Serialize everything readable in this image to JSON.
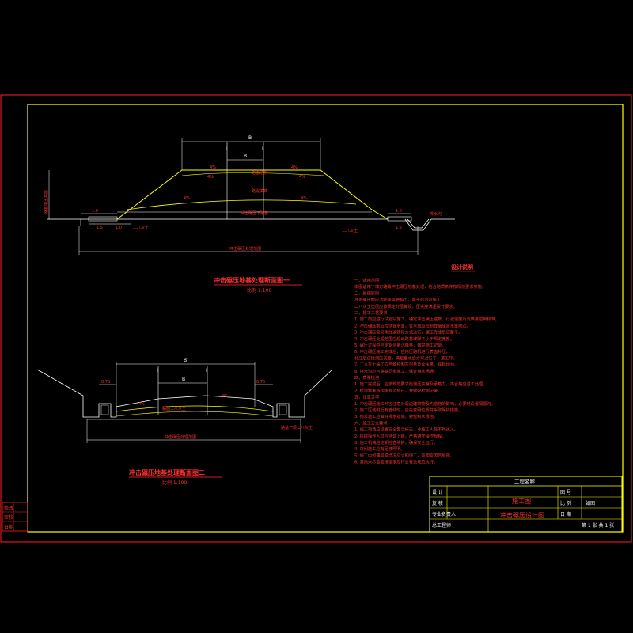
{
  "colors": {
    "frame": "#ff2020",
    "border": "#ffff00",
    "line": "#ffffff",
    "text_red": "#ff3030",
    "text_yellow": "#ffff00",
    "bg": "#000000"
  },
  "section_top": {
    "title": "冲击碾压地基处理断面图一",
    "scale": "比例 1:100",
    "dim_B": "B",
    "dim_b": "B",
    "marks": {
      "I1": "I",
      "I2": "I"
    },
    "left_height_label": "路基填土高度",
    "layer_labels": [
      "路面结构",
      "路堤填筑",
      "冲击碾压下路基"
    ],
    "slopes": [
      "4%",
      "4%",
      "4%",
      "4%",
      "4%",
      "4%"
    ],
    "left_note": "二八灰土",
    "right_note": "二八灰土",
    "ditch_label": "排水沟",
    "dims_left": [
      "1.0",
      "1.5",
      "1.0"
    ],
    "dims_right": [
      "1.0",
      "1.5"
    ],
    "bottom_dim": "冲击碾压处理范围"
  },
  "section_bottom": {
    "title": "冲击碾压地基处理断面图二",
    "scale": "比例 1:100",
    "dim_B": "B",
    "dim_b": "B",
    "marks": {
      "I1": "I",
      "I2": "I"
    },
    "left_dim": "0.75",
    "right_dim": "0.75",
    "center_note": "路面二八灰土",
    "right_note": "路基一层二八灰土",
    "bottom_dim": "冲击碾压处理范围"
  },
  "notes": {
    "heading": "设计说明",
    "lines": [
      "一、适用范围",
      "    本图适用于填方路段冲击碾压地基处理，结合地质条件按规范要求实施。",
      "二、处理原则",
      "    冲击碾压前应清除表层耕植土，整平后方可施工。",
      "    二八灰土垫层应按规定分层铺设，压实度满足设计要求。",
      "三、施工工艺要求",
      "    1. 施工前应进行试验段施工，确定冲击碾压遍数、行驶速度及沉降量控制标准。",
      "    2. 冲击碾压前应检测含水量，含水量应控制在最佳含水量附近。",
      "    3. 冲击碾压宜采用往返错轮方式进行，碾压完成后应整平。",
      "    4. 冲击碾压处理范围应超出路基坡脚不小于规定宽度。",
      "    5. 碾压过程中应定期测量沉降量，做好施工记录。",
      "    6. 冲击碾压施工完成后，应用压路机进行表面补压，",
      "       补压后应检测压实度，满足要求后方可进行下一道工序。",
      "    7. 二八灰土施工应严格控制灰剂量及含水量，拌和均匀。",
      "    8. 排水沟应与路基同步施工，保证排水畅通。",
      "四、质量检测",
      "    1. 施工完成后，应按规范要求检测压实度及承载力，不合格应返工处理。",
      "    2. 检测频率按相关规范执行，并做好检测记录。",
      "五、注意事项",
      "    1. 冲击碾压施工时应注意对周边建筑物及构造物的影响，必要时设置隔振沟。",
      "    2. 施工区域附近有管线时，应先查明位置并采取保护措施。",
      "    3. 雨季施工应做好排水措施，避免积水浸泡。",
      "六、施工安全要求",
      "    1. 施工现场应设置安全警示标志，非施工人员不得进入。",
      "    2. 机械操作人员应持证上岗，严格遵守操作规程。",
      "    3. 施工机械应定期检查维护，确保安全运行。",
      "    4. 夜间施工应有足够照明。",
      "    5. 施工中如遇异常情况应立即停工，查明原因后处理。",
      "    6. 其他未尽事宜按国家及行业有关规范执行。"
    ]
  },
  "title_block": {
    "company": "工程名称",
    "rows_left": [
      "设 计",
      "复 核",
      "专业负责人",
      "总工程师"
    ],
    "project": "施工图",
    "drawing_name": "冲击碾压设计图",
    "labels_right": [
      "图 号",
      "比 例",
      "日 期"
    ],
    "scale_value": "如图",
    "sheet": "第 1 张  共 1 张"
  },
  "side_stamp": [
    "修改",
    "审核",
    "日期"
  ]
}
